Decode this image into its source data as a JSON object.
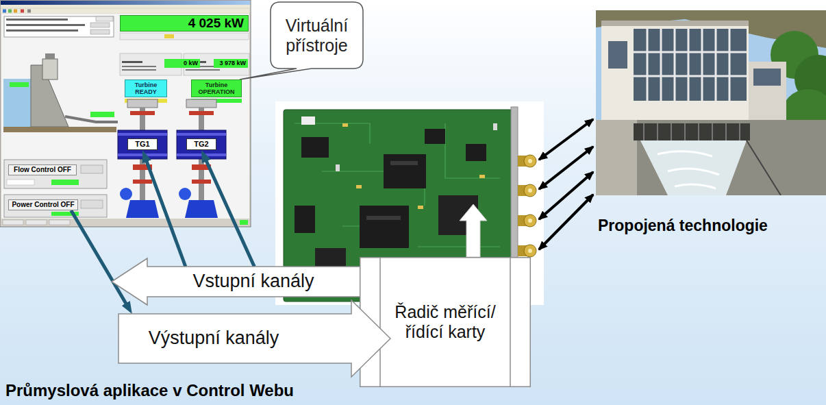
{
  "diagram": {
    "nodes": [
      {
        "text": [
          "4 025 kW"
        ]
      },
      {
        "text": [
          "0 kW"
        ]
      },
      {
        "text": [
          "3 978 kW"
        ]
      },
      {
        "text": [
          "Virtuální přístroje"
        ]
      },
      {
        "text": [
          "Turbine READY"
        ]
      },
      {
        "text": [
          "Turbine OPERATION"
        ]
      },
      {
        "text": [
          "TG1"
        ]
      },
      {
        "text": [
          "TG2"
        ]
      },
      {
        "text": [
          "Flow Control OFF"
        ]
      },
      {
        "text": [
          "Power Control OFF"
        ]
      },
      {
        "text": [
          "Vstupní kanály"
        ]
      },
      {
        "text": [
          "Výstupní kanály"
        ]
      },
      {
        "text": [
          "Řadič měřící/řídící karty"
        ]
      }
    ],
    "edges": [
      {
        "from": 10,
        "to": 6,
        "arrow": "to"
      },
      {
        "from": 10,
        "to": 7,
        "arrow": "to"
      },
      {
        "from": 9,
        "to": 11,
        "arrow": "to"
      }
    ],
    "labels": [
      "Propojená technologie",
      "Průmyslová aplikace v Control Webu"
    ]
  }
}
